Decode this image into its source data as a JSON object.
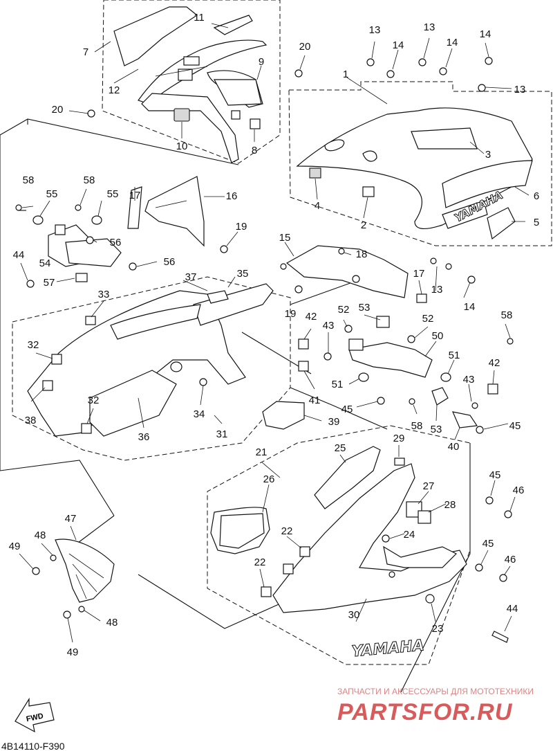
{
  "diagram": {
    "callouts": [
      {
        "id": "c1",
        "text": "1"
      },
      {
        "id": "c2",
        "text": "2"
      },
      {
        "id": "c3",
        "text": "3"
      },
      {
        "id": "c4",
        "text": "4"
      },
      {
        "id": "c5",
        "text": "5"
      },
      {
        "id": "c6",
        "text": "6"
      },
      {
        "id": "c7",
        "text": "7"
      },
      {
        "id": "c8",
        "text": "8"
      },
      {
        "id": "c9",
        "text": "9"
      },
      {
        "id": "c10",
        "text": "10"
      },
      {
        "id": "c11",
        "text": "11"
      },
      {
        "id": "c12",
        "text": "12"
      },
      {
        "id": "c13a",
        "text": "13"
      },
      {
        "id": "c13b",
        "text": "13"
      },
      {
        "id": "c13c",
        "text": "13"
      },
      {
        "id": "c13d",
        "text": "13"
      },
      {
        "id": "c14a",
        "text": "14"
      },
      {
        "id": "c14b",
        "text": "14"
      },
      {
        "id": "c14c",
        "text": "14"
      },
      {
        "id": "c14d",
        "text": "14"
      },
      {
        "id": "c15",
        "text": "15"
      },
      {
        "id": "c16",
        "text": "16"
      },
      {
        "id": "c17a",
        "text": "17"
      },
      {
        "id": "c17b",
        "text": "17"
      },
      {
        "id": "c18",
        "text": "18"
      },
      {
        "id": "c19a",
        "text": "19"
      },
      {
        "id": "c19b",
        "text": "19"
      },
      {
        "id": "c20a",
        "text": "20"
      },
      {
        "id": "c20b",
        "text": "20"
      },
      {
        "id": "c21",
        "text": "21"
      },
      {
        "id": "c22a",
        "text": "22"
      },
      {
        "id": "c22b",
        "text": "22"
      },
      {
        "id": "c23",
        "text": "23"
      },
      {
        "id": "c24",
        "text": "24"
      },
      {
        "id": "c25",
        "text": "25"
      },
      {
        "id": "c26",
        "text": "26"
      },
      {
        "id": "c27",
        "text": "27"
      },
      {
        "id": "c28",
        "text": "28"
      },
      {
        "id": "c29",
        "text": "29"
      },
      {
        "id": "c30",
        "text": "30"
      },
      {
        "id": "c31",
        "text": "31"
      },
      {
        "id": "c32a",
        "text": "32"
      },
      {
        "id": "c32b",
        "text": "32"
      },
      {
        "id": "c33",
        "text": "33"
      },
      {
        "id": "c34",
        "text": "34"
      },
      {
        "id": "c35",
        "text": "35"
      },
      {
        "id": "c36",
        "text": "36"
      },
      {
        "id": "c37",
        "text": "37"
      },
      {
        "id": "c38",
        "text": "38"
      },
      {
        "id": "c39",
        "text": "39"
      },
      {
        "id": "c40",
        "text": "40"
      },
      {
        "id": "c41",
        "text": "41"
      },
      {
        "id": "c42a",
        "text": "42"
      },
      {
        "id": "c42b",
        "text": "42"
      },
      {
        "id": "c43a",
        "text": "43"
      },
      {
        "id": "c43b",
        "text": "43"
      },
      {
        "id": "c44a",
        "text": "44"
      },
      {
        "id": "c44b",
        "text": "44"
      },
      {
        "id": "c45a",
        "text": "45"
      },
      {
        "id": "c45b",
        "text": "45"
      },
      {
        "id": "c45c",
        "text": "45"
      },
      {
        "id": "c45d",
        "text": "45"
      },
      {
        "id": "c46a",
        "text": "46"
      },
      {
        "id": "c46b",
        "text": "46"
      },
      {
        "id": "c47",
        "text": "47"
      },
      {
        "id": "c48a",
        "text": "48"
      },
      {
        "id": "c48b",
        "text": "48"
      },
      {
        "id": "c49a",
        "text": "49"
      },
      {
        "id": "c49b",
        "text": "49"
      },
      {
        "id": "c50",
        "text": "50"
      },
      {
        "id": "c51a",
        "text": "51"
      },
      {
        "id": "c51b",
        "text": "51"
      },
      {
        "id": "c52a",
        "text": "52"
      },
      {
        "id": "c52b",
        "text": "52"
      },
      {
        "id": "c53a",
        "text": "53"
      },
      {
        "id": "c53b",
        "text": "53"
      },
      {
        "id": "c54",
        "text": "54"
      },
      {
        "id": "c55a",
        "text": "55"
      },
      {
        "id": "c55b",
        "text": "55"
      },
      {
        "id": "c56a",
        "text": "56"
      },
      {
        "id": "c56b",
        "text": "56"
      },
      {
        "id": "c57",
        "text": "57"
      },
      {
        "id": "c58a",
        "text": "58"
      },
      {
        "id": "c58b",
        "text": "58"
      },
      {
        "id": "c58c",
        "text": "58"
      },
      {
        "id": "c58d",
        "text": "58"
      }
    ],
    "brand_upper": "YAMAHA",
    "brand_lower": "YAMAHA",
    "fwd_label": "FWD",
    "drawing_code": "4B14110-F390"
  },
  "watermark": {
    "tagline": "ЗАПЧАСТИ И АКСЕССУАРЫ ДЛЯ МОТОТЕХНИКИ",
    "logo": "PARTSFOR.RU"
  },
  "colors": {
    "line": "#111111",
    "background": "#ffffff",
    "watermark": "#d95a5a"
  }
}
